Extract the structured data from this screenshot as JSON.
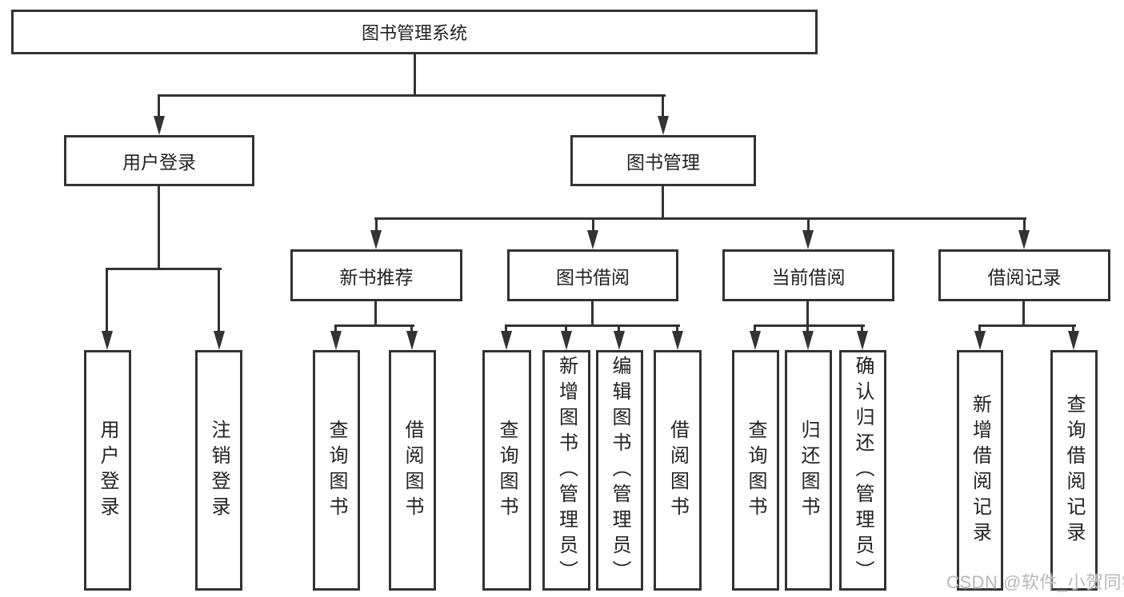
{
  "diagram": {
    "root": {
      "label": "图书管理系统"
    },
    "level2": [
      {
        "label": "用户登录"
      },
      {
        "label": "图书管理"
      }
    ],
    "level3": [
      {
        "label": "新书推荐"
      },
      {
        "label": "图书借阅"
      },
      {
        "label": "当前借阅"
      },
      {
        "label": "借阅记录"
      }
    ],
    "leaves": {
      "user_login": [
        "用户登录",
        "注销登录"
      ],
      "new_books": [
        "查询图书",
        "借阅图书"
      ],
      "book_borrow": [
        "查询图书",
        "新增图书（管理员）",
        "编辑图书（管理员）",
        "借阅图书"
      ],
      "current_borrow": [
        "查询图书",
        "归还图书",
        "确认归还（管理员）"
      ],
      "borrow_records": [
        "新增借阅记录",
        "查询借阅记录"
      ]
    },
    "watermark": "CSDN @软件_小贺同学",
    "colors": {
      "line": "#333333",
      "text": "#222222",
      "watermark": "#b9b9b9"
    }
  }
}
